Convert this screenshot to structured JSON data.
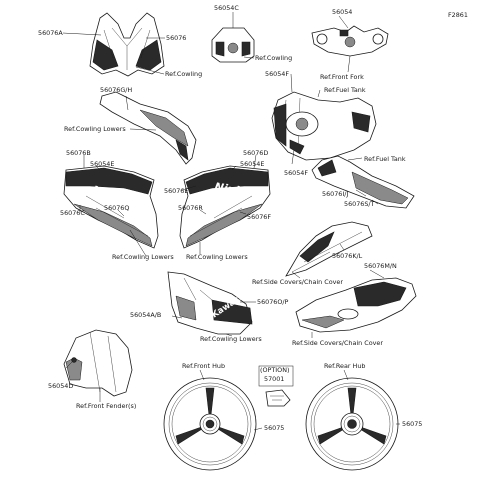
{
  "figure_code": "F2861",
  "option_box": {
    "label": "(OPTION)",
    "part": "57001"
  },
  "parts": {
    "p56076a": "56076A",
    "p56076": "56076",
    "p56054c": "56054C",
    "p56054": "56054",
    "p56054f_top": "56054F",
    "p56076gh": "56076G/H",
    "p56076b": "56076B",
    "p56054e_left": "56054E",
    "p56076c": "56076C",
    "p56076q": "56076Q",
    "p56076d": "56076D",
    "p56054e_right": "56054E",
    "p56076e": "56076E",
    "p56076r": "56076R",
    "p56076f": "56076F",
    "p56054f_bottom": "56054F",
    "p56076ij": "56076I/J",
    "p56076st": "56076S/T",
    "p56076kl": "56076K/L",
    "p56076mn": "56076M/N",
    "p56054ab": "56054A/B",
    "p56076op": "56076O/P",
    "p56054d": "56054D",
    "p56075_left": "56075",
    "p56075_right": "56075"
  },
  "refs": {
    "cowling_1": "Ref.Cowling",
    "cowling_2": "Ref.Cowling",
    "front_fork": "Ref.Front Fork",
    "fuel_tank_1": "Ref.Fuel Tank",
    "cowling_lowers_1": "Ref.Cowling Lowers",
    "fuel_tank_2": "Ref.Fuel Tank",
    "cowling_lowers_2": "Ref.Cowling Lowers",
    "cowling_lowers_3": "Ref.Cowling Lowers",
    "side_covers_1": "Ref.Side Covers/Chain Cover",
    "side_covers_2": "Ref.Side Covers/Chain Cover",
    "cowling_lowers_4": "Ref.Cowling Lowers",
    "front_hub": "Ref.Front Hub",
    "rear_hub": "Ref.Rear Hub",
    "front_fender": "Ref.Front Fender(s)"
  },
  "brand_marks": {
    "ninja_left": "Ninja",
    "ninja_right": "Ninja",
    "kawasaki": "Kawasaki"
  }
}
